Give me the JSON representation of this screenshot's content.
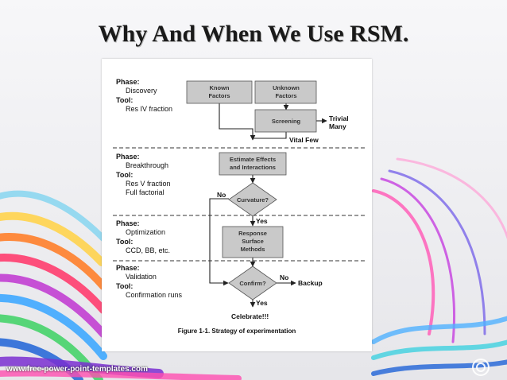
{
  "slide": {
    "title": "Why And When We Use RSM.",
    "website": "www.free-power-point-templates.com"
  },
  "diagram": {
    "phases": [
      {
        "phase_label": "Phase:",
        "phase_name": "Discovery",
        "tool_label": "Tool:",
        "tools": [
          "Res IV fraction"
        ]
      },
      {
        "phase_label": "Phase:",
        "phase_name": "Breakthrough",
        "tool_label": "Tool:",
        "tools": [
          "Res V fraction",
          "Full factorial"
        ]
      },
      {
        "phase_label": "Phase:",
        "phase_name": "Optimization",
        "tool_label": "Tool:",
        "tools": [
          "CCD, BB, etc."
        ]
      },
      {
        "phase_label": "Phase:",
        "phase_name": "Validation",
        "tool_label": "Tool:",
        "tools": [
          "Confirmation runs"
        ]
      }
    ],
    "boxes": {
      "known": [
        "Known",
        "Factors"
      ],
      "unknown": [
        "Unknown",
        "Factors"
      ],
      "screening": [
        "Screening"
      ],
      "estimate": [
        "Estimate Effects",
        "and Interactions"
      ],
      "rsm": [
        "Response",
        "Surface",
        "Methods"
      ]
    },
    "decisions": {
      "curvature": "Curvature?",
      "confirm": "Confirm?"
    },
    "labels": {
      "trivial": [
        "Trivial",
        "Many"
      ],
      "vital": "Vital Few",
      "no1": "No",
      "yes1": "Yes",
      "no2": "No",
      "backup": "Backup",
      "yes2": "Yes",
      "celebrate": "Celebrate!!!"
    },
    "caption": "Figure 1-1. Strategy of experimentation"
  }
}
